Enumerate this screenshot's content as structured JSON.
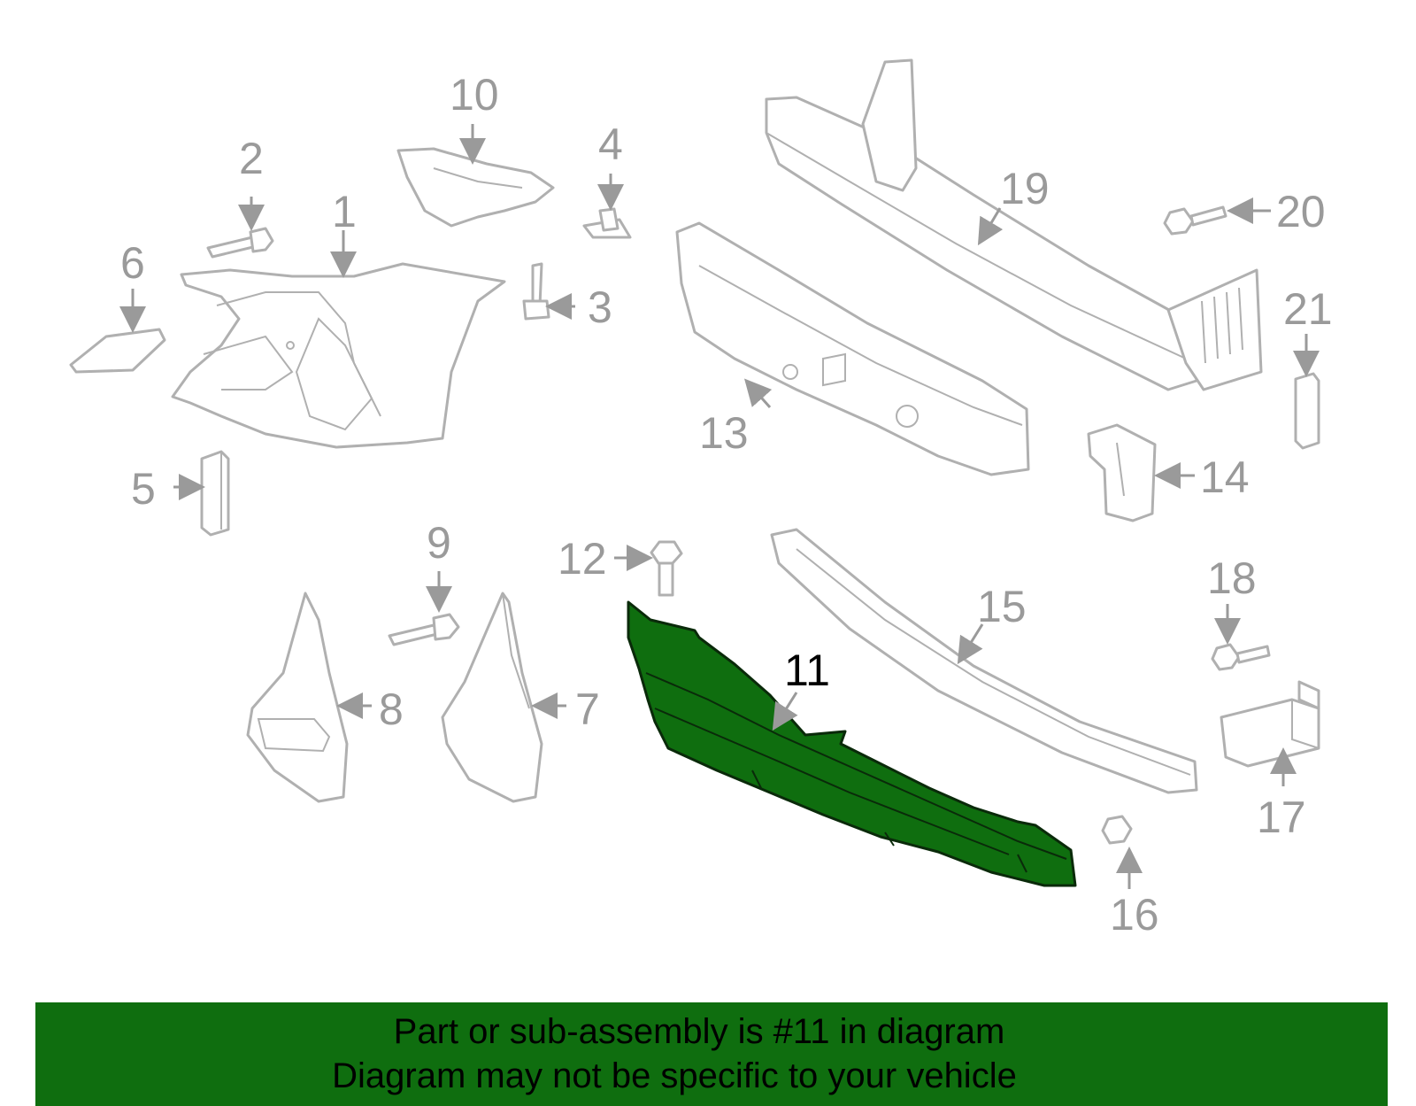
{
  "diagram": {
    "highlighted_part": "11",
    "highlight_color": "#0f6e0f",
    "line_color": "#b0b0b0",
    "callouts": [
      "1",
      "2",
      "3",
      "4",
      "5",
      "6",
      "7",
      "8",
      "9",
      "10",
      "11",
      "12",
      "13",
      "14",
      "15",
      "16",
      "17",
      "18",
      "19",
      "20",
      "21"
    ]
  },
  "banner": {
    "line1": "Part or sub-assembly is #11 in diagram",
    "line2": "Diagram may not be specific to your vehicle",
    "background": "#0f6e0f"
  }
}
